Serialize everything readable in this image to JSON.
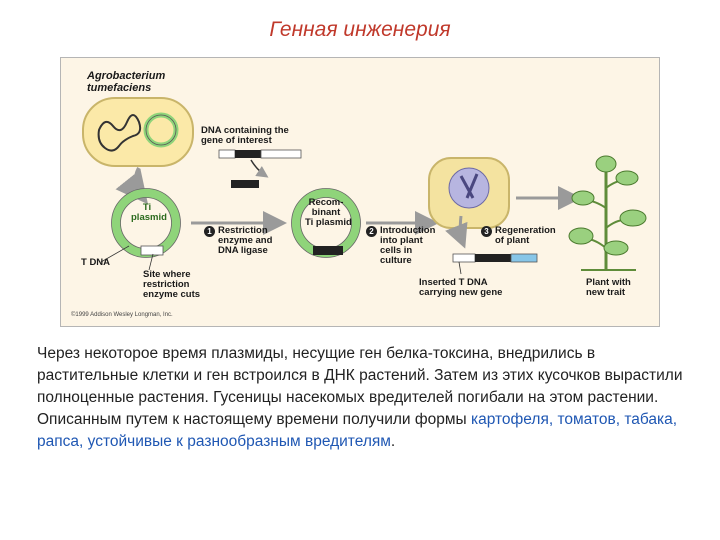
{
  "slide": {
    "title": "Генная инженерия"
  },
  "figure": {
    "agrobacterium": "Agrobacterium\ntumefaciens",
    "dna_interest": "DNA containing the\ngene of interest",
    "ti_plasmid": "Ti\nplasmid",
    "recombinant": "Recom-\nbinant\nTi plasmid",
    "t_dna": "T DNA",
    "site_label": "Site where\nrestriction\nenzyme cuts",
    "step1_num": "1",
    "step1": "Restriction\nenzyme and\nDNA ligase",
    "step2_num": "2",
    "step2": "Introduction\ninto plant\ncells in\nculture",
    "step3_num": "3",
    "step3": "Regeneration\nof plant",
    "inserted": "Inserted T DNA\ncarrying new gene",
    "plant_trait": "Plant with\nnew trait",
    "copyright": "©1999 Addison Wesley Longman, Inc."
  },
  "body_text": {
    "main": "Через некоторое время плазмиды, несущие ген белка-токсина, внедрились в растительные клетки и ген встроился в ДНК растений. Затем из этих кусочков вырастили полноценные растения. Гусеницы насекомых вредителей погибали на этом растении. Описанным путем к настоящему времени получили формы ",
    "highlight": "картофеля, томатов, табака, рапса, устойчивые к разнообразным вредителям",
    "end": "."
  },
  "colors": {
    "title": "#c0392b",
    "highlight": "#1f57b3",
    "plasmid_green": "#8fd47a",
    "cell_yellow": "#f4e3a0",
    "nucleus_purple": "#b7b5e0",
    "dna_blue": "#87c6e8"
  }
}
